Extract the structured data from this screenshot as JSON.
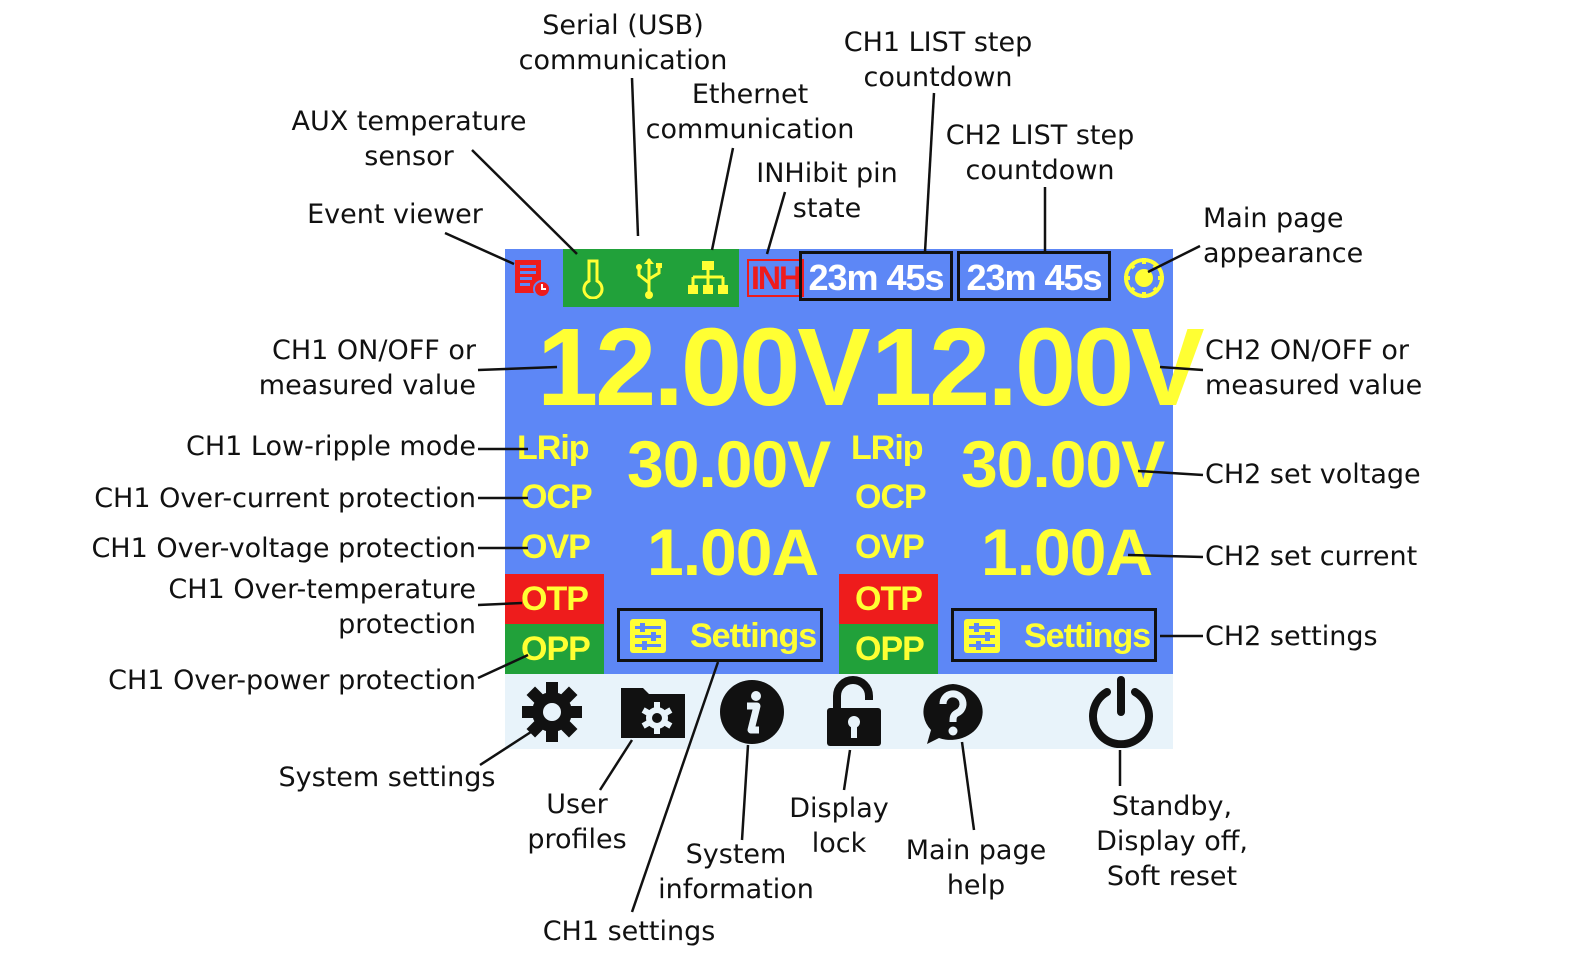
{
  "colors": {
    "screen_bg": "#5d87f6",
    "value_yellow": "#ffff33",
    "status_green": "#21a13a",
    "alarm_red": "#ee1c1c",
    "bottom_bar": "#e8f3fa",
    "icon_dark": "#111111"
  },
  "status_bar": {
    "event_icon": "event-viewer-icon",
    "temp_icon": "thermometer-icon",
    "usb_icon": "usb-icon",
    "ethernet_icon": "ethernet-icon",
    "inh_label": "INH",
    "ch1_countdown": "23m 45s",
    "ch2_countdown": "23m 45s",
    "appearance_icon": "appearance-icon"
  },
  "ch1": {
    "main_value": "12.00V",
    "lrip": "LRip",
    "ocp": "OCP",
    "ovp": "OVP",
    "otp": "OTP",
    "opp": "OPP",
    "set_voltage": "30.00V",
    "set_current": "1.00A",
    "settings_label": "Settings"
  },
  "ch2": {
    "main_value": "12.00V",
    "lrip": "LRip",
    "ocp": "OCP",
    "ovp": "OVP",
    "otp": "OTP",
    "opp": "OPP",
    "set_voltage": "30.00V",
    "set_current": "1.00A",
    "settings_label": "Settings"
  },
  "bottom_bar": {
    "icons": [
      "gear-icon",
      "profiles-folder-icon",
      "info-icon",
      "lock-icon",
      "help-icon",
      "power-icon"
    ]
  },
  "annotations": {
    "serial": [
      "Serial (USB)",
      "communication"
    ],
    "ethernet": [
      "Ethernet",
      "communication"
    ],
    "aux_temp": [
      "AUX temperature",
      "sensor"
    ],
    "inhibit": [
      "INHibit pin",
      "state"
    ],
    "ch1_list": [
      "CH1 LIST step",
      "countdown"
    ],
    "ch2_list": [
      "CH2 LIST step",
      "countdown"
    ],
    "event_viewer": [
      "Event viewer"
    ],
    "main_appearance": [
      "Main page",
      "appearance"
    ],
    "ch1_onoff": [
      "CH1 ON/OFF or",
      "measured value"
    ],
    "ch2_onoff": [
      "CH2 ON/OFF or",
      "measured value"
    ],
    "ch1_lrip": [
      "CH1 Low-ripple mode"
    ],
    "ch1_ocp": [
      "CH1 Over-current protection"
    ],
    "ch1_ovp": [
      "CH1 Over-voltage protection"
    ],
    "ch1_otp": [
      "CH1 Over-temperature",
      "protection"
    ],
    "ch1_opp": [
      "CH1 Over-power protection"
    ],
    "ch2_set_voltage": [
      "CH2 set voltage"
    ],
    "ch2_set_current": [
      "CH2 set current"
    ],
    "ch2_settings": [
      "CH2 settings"
    ],
    "system_settings": [
      "System settings"
    ],
    "user_profiles": [
      "User",
      "profiles"
    ],
    "system_info": [
      "System",
      "information"
    ],
    "display_lock": [
      "Display",
      "lock"
    ],
    "main_help": [
      "Main page",
      "help"
    ],
    "standby": [
      "Standby,",
      "Display off,",
      "Soft reset"
    ],
    "ch1_settings": [
      "CH1 settings"
    ]
  }
}
